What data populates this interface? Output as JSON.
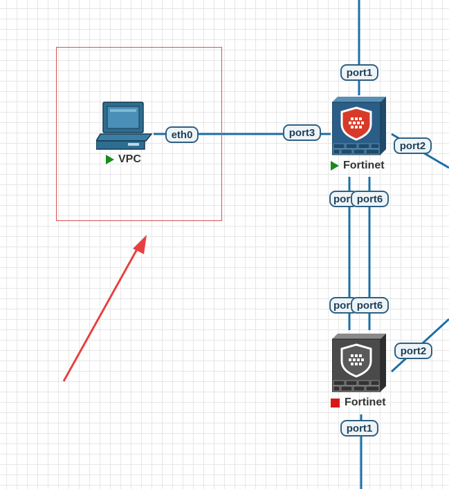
{
  "nodes": {
    "vpc": {
      "label": "VPC",
      "status": "running",
      "icon": "computer-icon"
    },
    "fortinet_top": {
      "label": "Fortinet",
      "status": "running",
      "icon": "firewall-icon",
      "color": "#2a5e88"
    },
    "fortinet_bottom": {
      "label": "Fortinet",
      "status": "stopped",
      "icon": "firewall-icon",
      "color": "#4a4a4a"
    }
  },
  "ports": {
    "vpc_eth0": "eth0",
    "top_port1": "port1",
    "top_port3": "port3",
    "top_port2": "port2",
    "top_port5": "port5",
    "top_port6": "port6",
    "bottom_port5": "port5",
    "bottom_port6": "port6",
    "bottom_port2": "port2",
    "bottom_port1": "port1"
  },
  "colors": {
    "link": "#1a6fa6",
    "running": "#1a8a1a",
    "stopped": "#d81818",
    "selection_border": "#d85050",
    "arrow": "#e84040"
  }
}
